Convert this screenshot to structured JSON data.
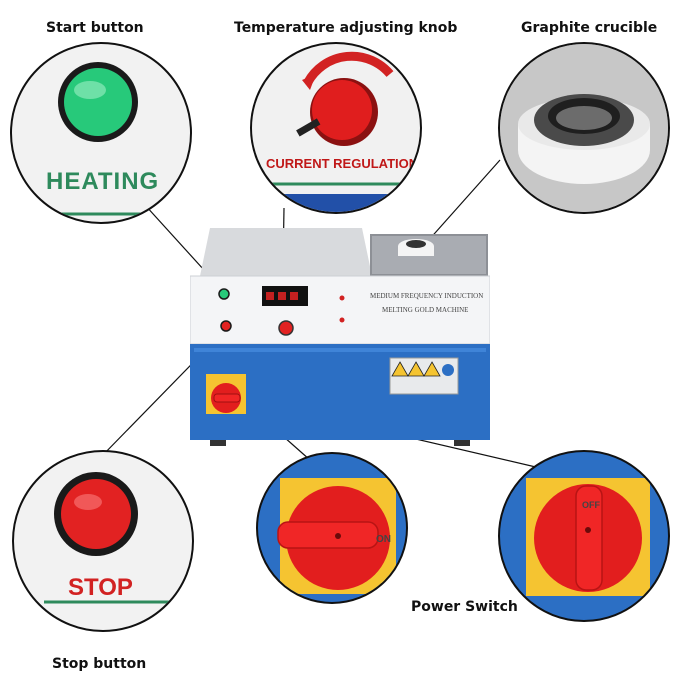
{
  "captions": {
    "start_button": "Start button",
    "temperature_knob": "Temperature adjusting knob",
    "graphite_crucible": "Graphite crucible",
    "stop_button": "Stop button",
    "power_switch": "Power Switch"
  },
  "detail_labels": {
    "heating": "HEATING",
    "current_regulation": "CURRENT REGULATION",
    "stop": "STOP",
    "on": "ON",
    "off": "OFF"
  },
  "machine": {
    "panel_title_line1": "MEDIUM FREQUENCY INDUCTION",
    "panel_title_line2": "MELTING GOLD MACHINE"
  },
  "colors": {
    "machine_blue": "#2c6fc4",
    "panel_white": "#f4f5f7",
    "button_green": "#27c97a",
    "button_red": "#e22222",
    "switch_yellow": "#f5c431",
    "label_green": "#2e8a5c",
    "label_red": "#d22222"
  }
}
